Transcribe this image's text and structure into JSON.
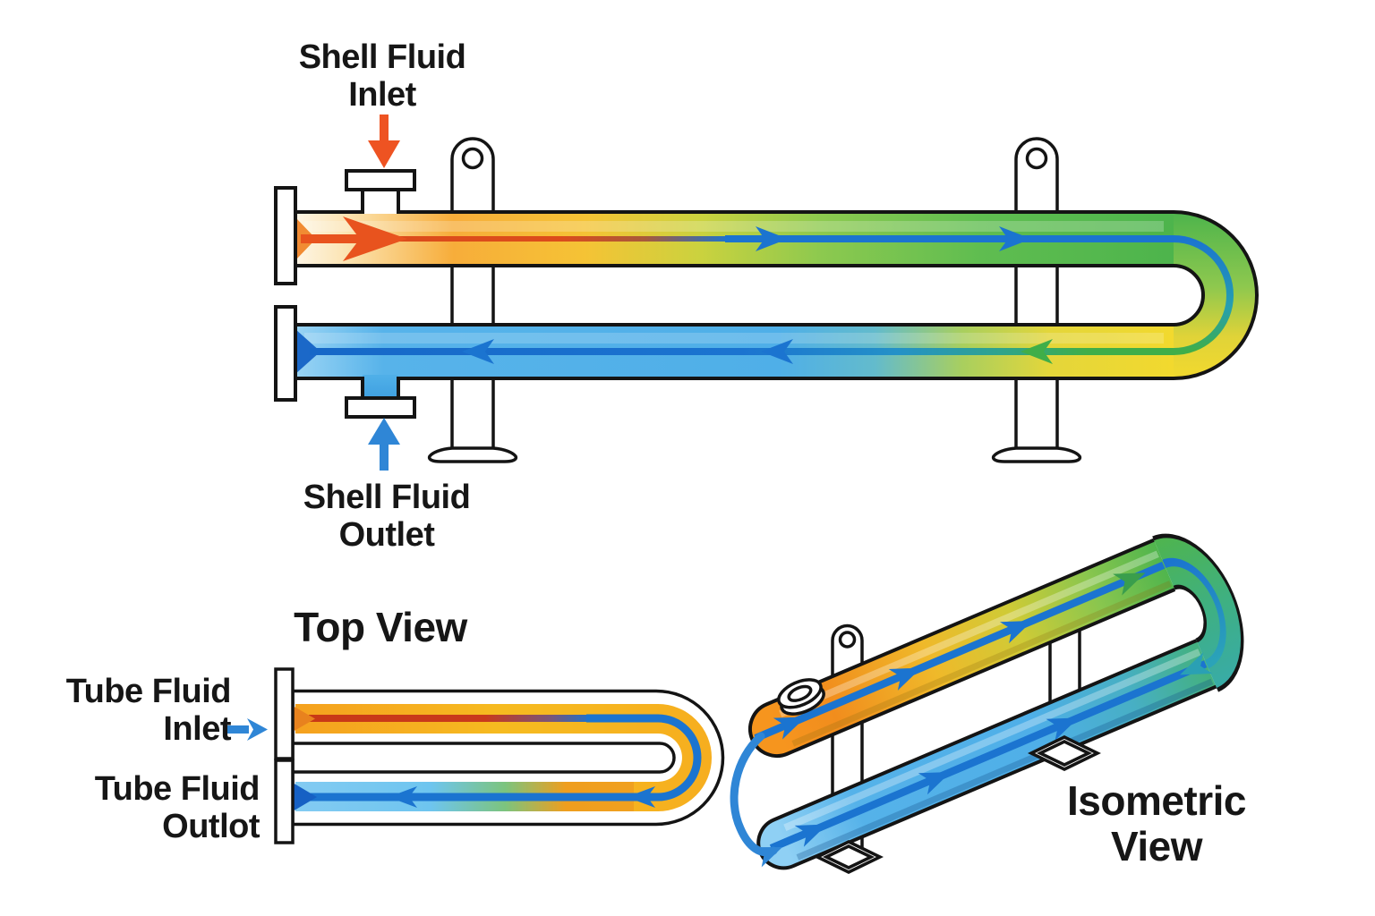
{
  "diagram": {
    "subject": "U-tube hairpin heat exchanger",
    "side_view": {
      "labels": {
        "shell_inlet": [
          "Shell Fluid",
          "Inlet"
        ],
        "shell_outlet": [
          "Shell Fluid",
          "Outlet"
        ]
      }
    },
    "top_view": {
      "title": "Top View",
      "labels": {
        "tube_inlet": [
          "Tube Fluid",
          "Inlet"
        ],
        "tube_outlet": [
          "Tube Fluid",
          "Outlot"
        ]
      }
    },
    "isometric_view": {
      "title": [
        "Isometric",
        "View"
      ]
    },
    "colors": {
      "hot_orange": "#EE5322",
      "warm_yellow": "#F2D92E",
      "cool_green": "#4DB44C",
      "cold_blue": "#4FAFE8",
      "tube_line_blue": "#1B74D0",
      "tube_line_green": "#3FAE49",
      "label_arrow_blue": "#2F86D6",
      "outline": "#141414",
      "background": "#FFFFFF"
    }
  }
}
